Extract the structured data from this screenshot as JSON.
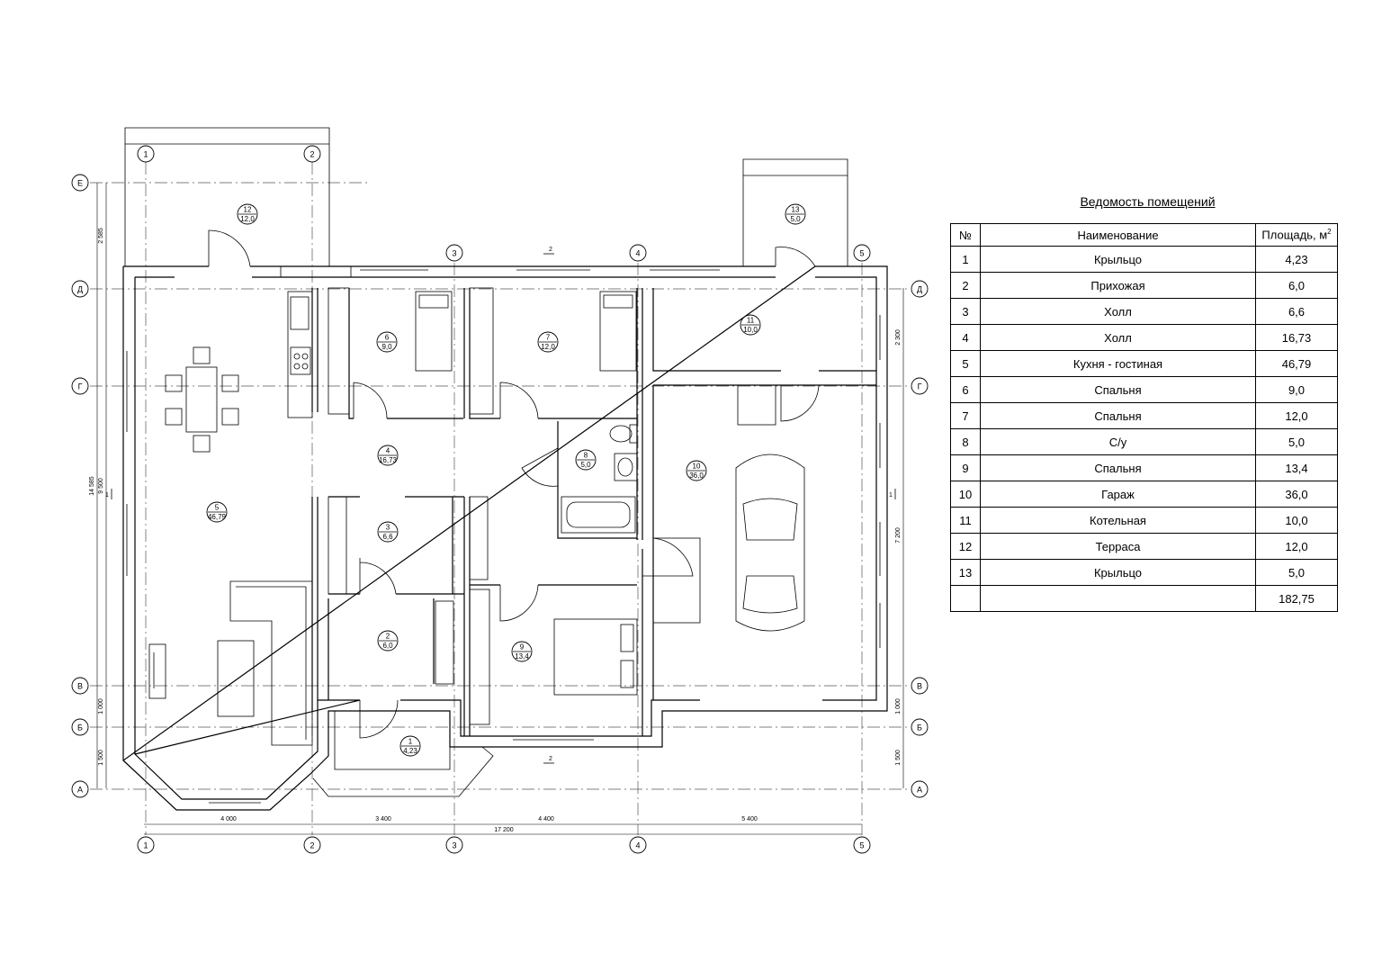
{
  "schedule": {
    "title": "Ведомость помещений",
    "headers": {
      "no": "№",
      "name": "Наименование",
      "area": "Площадь, м",
      "area_sup": "2"
    },
    "rows": [
      {
        "no": "1",
        "name": "Крыльцо",
        "area": "4,23"
      },
      {
        "no": "2",
        "name": "Прихожая",
        "area": "6,0"
      },
      {
        "no": "3",
        "name": "Холл",
        "area": "6,6"
      },
      {
        "no": "4",
        "name": "Холл",
        "area": "16,73"
      },
      {
        "no": "5",
        "name": "Кухня - гостиная",
        "area": "46,79"
      },
      {
        "no": "6",
        "name": "Спальня",
        "area": "9,0"
      },
      {
        "no": "7",
        "name": "Спальня",
        "area": "12,0"
      },
      {
        "no": "8",
        "name": "С/у",
        "area": "5,0"
      },
      {
        "no": "9",
        "name": "Спальня",
        "area": "13,4"
      },
      {
        "no": "10",
        "name": "Гараж",
        "area": "36,0"
      },
      {
        "no": "11",
        "name": "Котельная",
        "area": "10,0"
      },
      {
        "no": "12",
        "name": "Терраса",
        "area": "12,0"
      },
      {
        "no": "13",
        "name": "Крыльцо",
        "area": "5,0"
      }
    ],
    "total": "182,75"
  },
  "plan": {
    "axes_x": [
      "1",
      "2",
      "3",
      "4",
      "5"
    ],
    "axes_y": [
      "Е",
      "Д",
      "Г",
      "В",
      "Б",
      "А"
    ],
    "room_tags": [
      {
        "no": "12",
        "area": "12,0"
      },
      {
        "no": "13",
        "area": "5,0"
      },
      {
        "no": "6",
        "area": "9,0"
      },
      {
        "no": "7",
        "area": "12,0"
      },
      {
        "no": "11",
        "area": "10,0"
      },
      {
        "no": "4",
        "area": "16,73"
      },
      {
        "no": "8",
        "area": "5,0"
      },
      {
        "no": "10",
        "area": "36,0"
      },
      {
        "no": "5",
        "area": "46,79"
      },
      {
        "no": "3",
        "area": "6,6"
      },
      {
        "no": "2",
        "area": "6,0"
      },
      {
        "no": "9",
        "area": "13,4"
      },
      {
        "no": "1",
        "area": "4,23"
      }
    ],
    "dims_bottom": [
      "4 000",
      "3 400",
      "4 400",
      "5 400"
    ],
    "dim_bottom_total": "17 200",
    "dims_left": [
      "2 585",
      "9 500",
      "1 000",
      "1 500"
    ],
    "dim_left_total": "14 585",
    "dims_right": [
      "2 300",
      "7 200",
      "1 000",
      "1 500"
    ],
    "section_marks": [
      "1",
      "1",
      "2",
      "2"
    ]
  }
}
